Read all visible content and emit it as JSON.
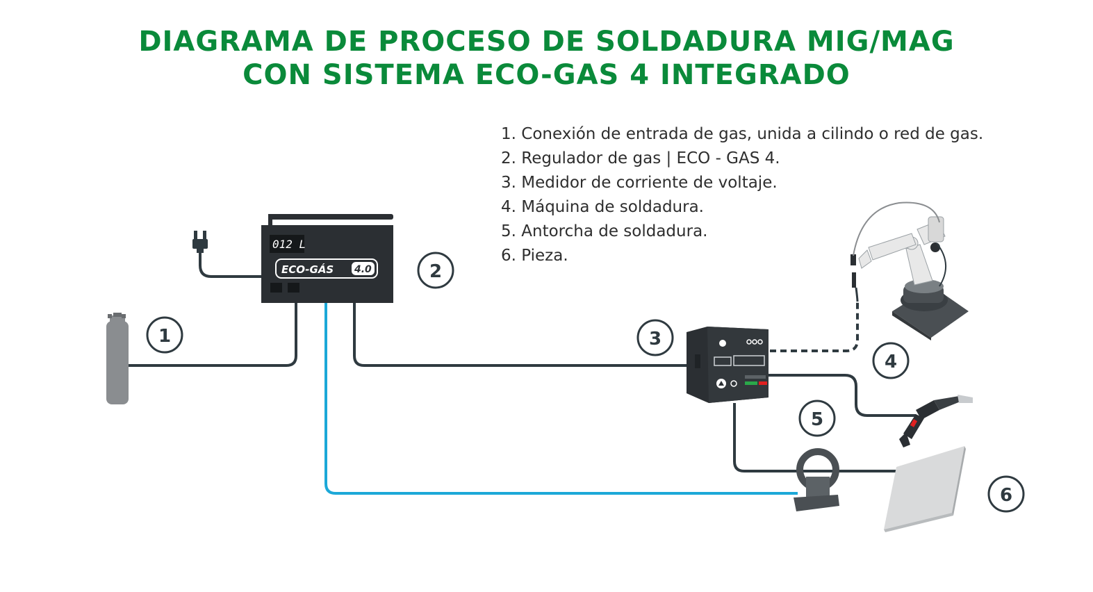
{
  "title": {
    "line1": "DIAGRAMA DE PROCESO DE SOLDADURA MIG/MAG",
    "line2": "CON SISTEMA ECO-GAS 4 INTEGRADO"
  },
  "legend": [
    "1. Conexión de entrada de gas, unida a cilindo o red de gas.",
    "2. Regulador de gas | ECO - GAS 4.",
    "3. Medidor de corriente de voltaje.",
    "4. Máquina de soldadura.",
    "5. Antorcha de soldadura.",
    "6. Pieza."
  ],
  "badges": [
    "1",
    "2",
    "3",
    "4",
    "5",
    "6"
  ],
  "device": {
    "display": "012 L",
    "brand": "ECO-GÁS",
    "version": "4.0"
  },
  "colors": {
    "title": "#0a8a3a",
    "cable": "#2f3a40",
    "blue_line": "#1ca8d8",
    "device_body": "#2b2f33",
    "cylinder": "#8a8d90"
  },
  "icons": [
    "gas-cylinder-icon",
    "power-plug-icon",
    "eco-gas-regulator-icon",
    "current-meter-icon",
    "welding-robot-icon",
    "welding-torch-icon",
    "clamp-icon",
    "workpiece-icon"
  ]
}
